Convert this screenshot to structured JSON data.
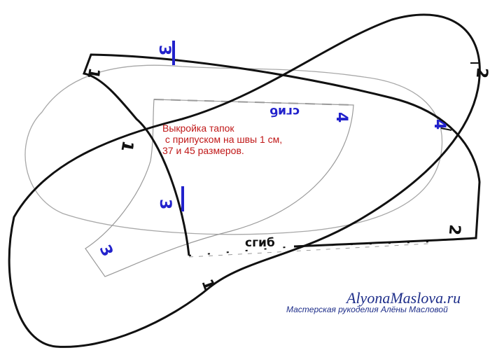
{
  "caption": {
    "line1": "Выкройка тапок",
    "line2": " с припуском на швы 1 см,",
    "line3": "37 и 45 размеров."
  },
  "fold_labels": {
    "bottom": "сгиб",
    "top_mirrored": "сгиб"
  },
  "markers": {
    "one": "1",
    "two": "2",
    "three": "3",
    "four": "4"
  },
  "watermark": {
    "site": "AlyonaMaslova.ru",
    "subtitle": "Мастерская рукоделия Алёны Масловой"
  },
  "colors": {
    "outline": "#111111",
    "faint_outline": "#9a9a9a",
    "blue_marks": "#2222cc",
    "caption": "#c01818",
    "watermark": "#1f2f8a"
  }
}
